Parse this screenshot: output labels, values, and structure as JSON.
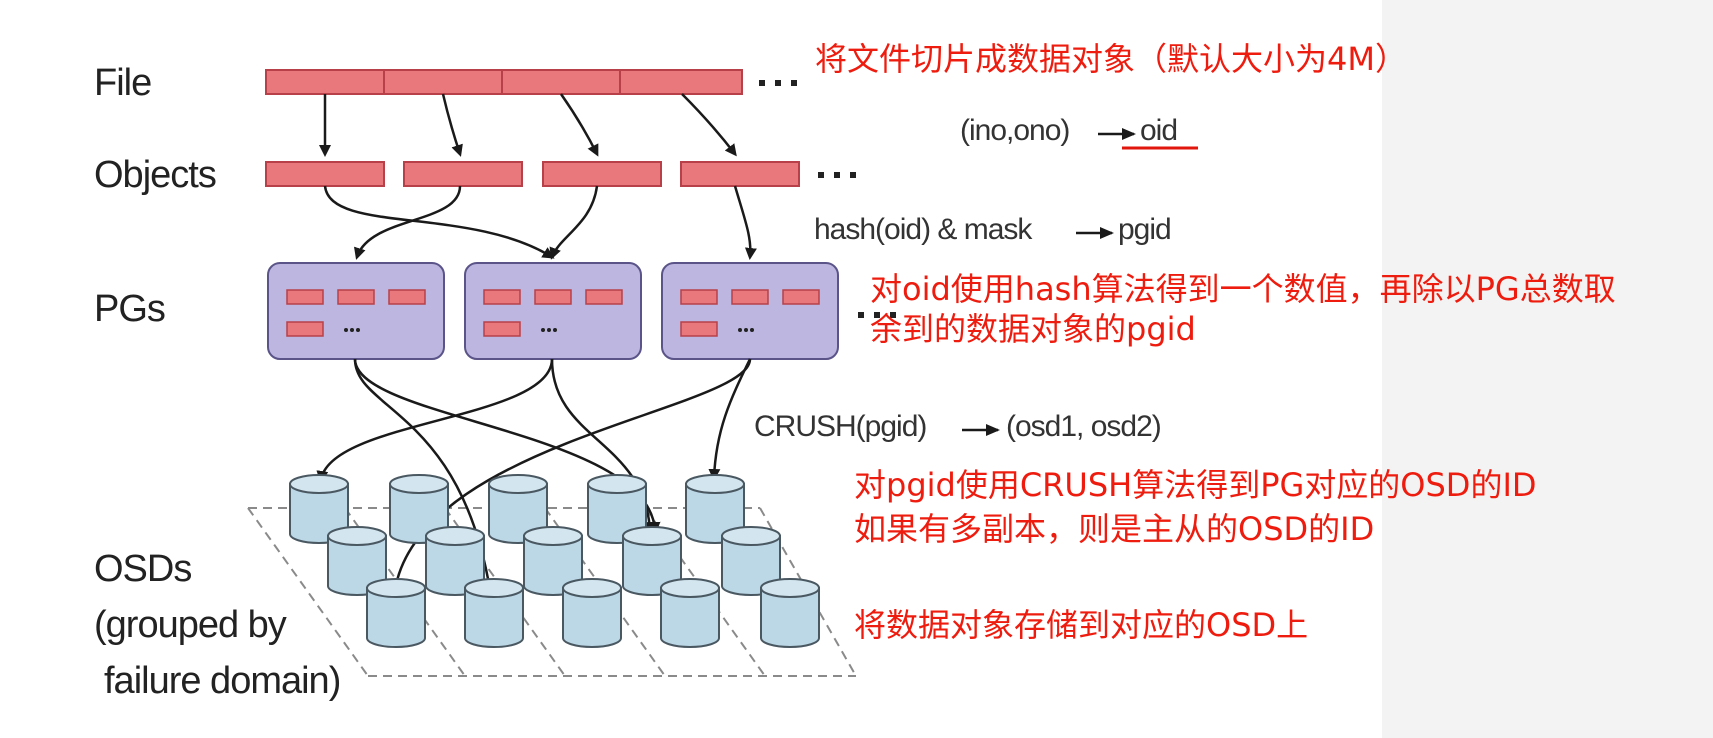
{
  "labels": {
    "file": "File",
    "objects": "Objects",
    "pgs": "PGs",
    "osds": "OSDs",
    "osds_line2": "(grouped by",
    "osds_line3": "failure domain)"
  },
  "ellipsis": "...",
  "formulas": {
    "ino_ono_oid_left": "(ino,ono)",
    "ino_ono_oid_right": "oid",
    "hash_mask_left": "hash(oid) & mask",
    "hash_mask_right": "pgid",
    "crush_left": "CRUSH(pgid)",
    "crush_right": "(osd1, osd2)"
  },
  "annotations": {
    "file_note": "将文件切片成数据对象（默认大小为4M）",
    "pg_note_line1": "对oid使用hash算法得到一个数值，再除以PG总数取",
    "pg_note_line2": "余到的数据对象的pgid",
    "crush_note_line1": "对pgid使用CRUSH算法得到PG对应的OSD的ID",
    "crush_note_line2": "如果有多副本，则是主从的OSD的ID",
    "osd_note": "将数据对象存储到对应的OSD上"
  },
  "colors": {
    "object_fill": "#e8787c",
    "object_stroke": "#b84048",
    "pg_fill": "#bcb6e0",
    "pg_stroke": "#5a5488",
    "osd_fill": "#bcd7e6",
    "osd_stroke": "#4a5862",
    "annotation_red": "#ee1c0e",
    "underline_red": "#e1160c"
  }
}
